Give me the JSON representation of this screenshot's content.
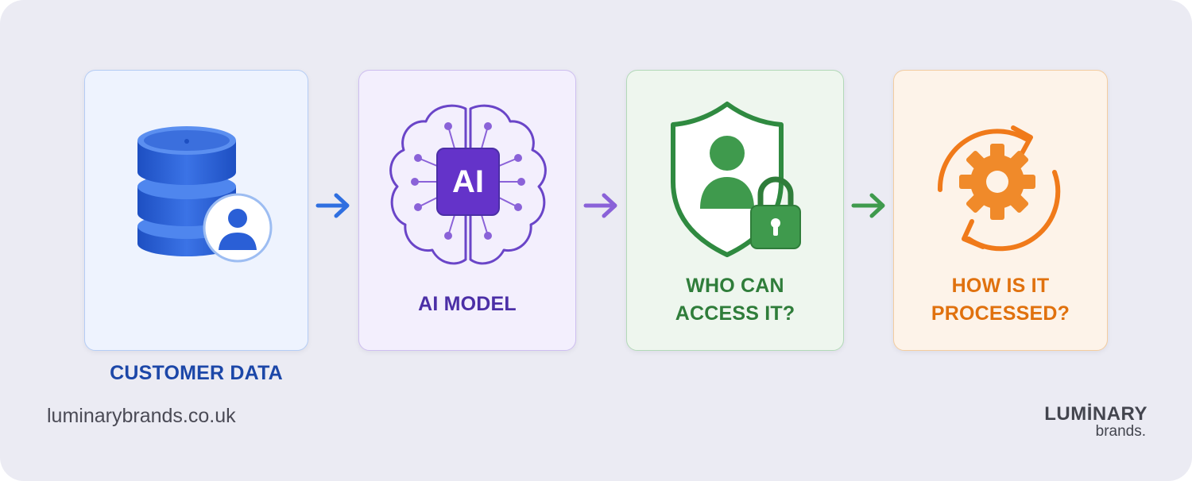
{
  "steps": [
    {
      "label": "CUSTOMER DATA",
      "icon": "database-user-icon",
      "color": "#1c47a8"
    },
    {
      "label": "AI MODEL",
      "icon": "ai-brain-chip-icon",
      "chip_text": "AI",
      "color": "#4b2fa6"
    },
    {
      "label_lines": [
        "WHO CAN",
        "ACCESS IT?"
      ],
      "icon": "shield-user-lock-icon",
      "color": "#2f7d3a"
    },
    {
      "label_lines": [
        "HOW IS IT",
        "PROCESSED?"
      ],
      "icon": "gear-cycle-icon",
      "color": "#e0710e"
    }
  ],
  "arrows": [
    {
      "icon": "arrow-right-icon",
      "color": "#2f6fe0"
    },
    {
      "icon": "arrow-right-icon",
      "color": "#8a62d8"
    },
    {
      "icon": "arrow-right-icon",
      "color": "#3f9a4d"
    }
  ],
  "footer": {
    "url": "luminarybrands.co.uk",
    "logo_top": "LUMİNARY",
    "logo_bottom": "brands."
  }
}
